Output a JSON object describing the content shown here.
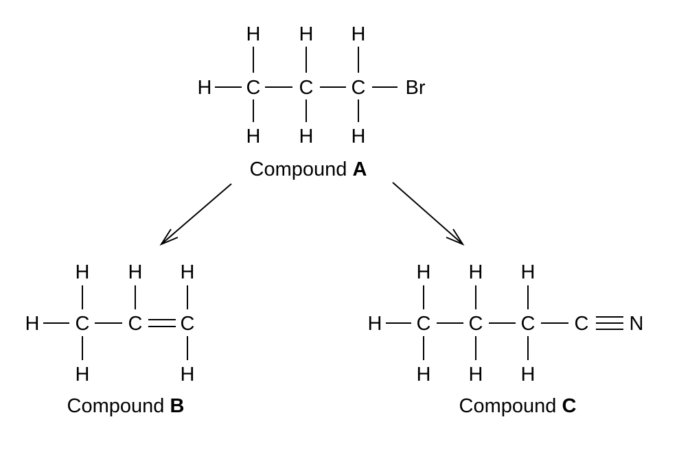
{
  "atoms": {
    "hydrogen": "H",
    "carbon": "C",
    "bromine": "Br",
    "nitrogen": "N"
  },
  "compounds": {
    "a": {
      "caption_prefix": "Compound ",
      "caption_letter": "A"
    },
    "b": {
      "caption_prefix": "Compound ",
      "caption_letter": "B"
    },
    "c": {
      "caption_prefix": "Compound ",
      "caption_letter": "C"
    }
  },
  "colors": {
    "ink": "#000000",
    "background": "#ffffff"
  }
}
